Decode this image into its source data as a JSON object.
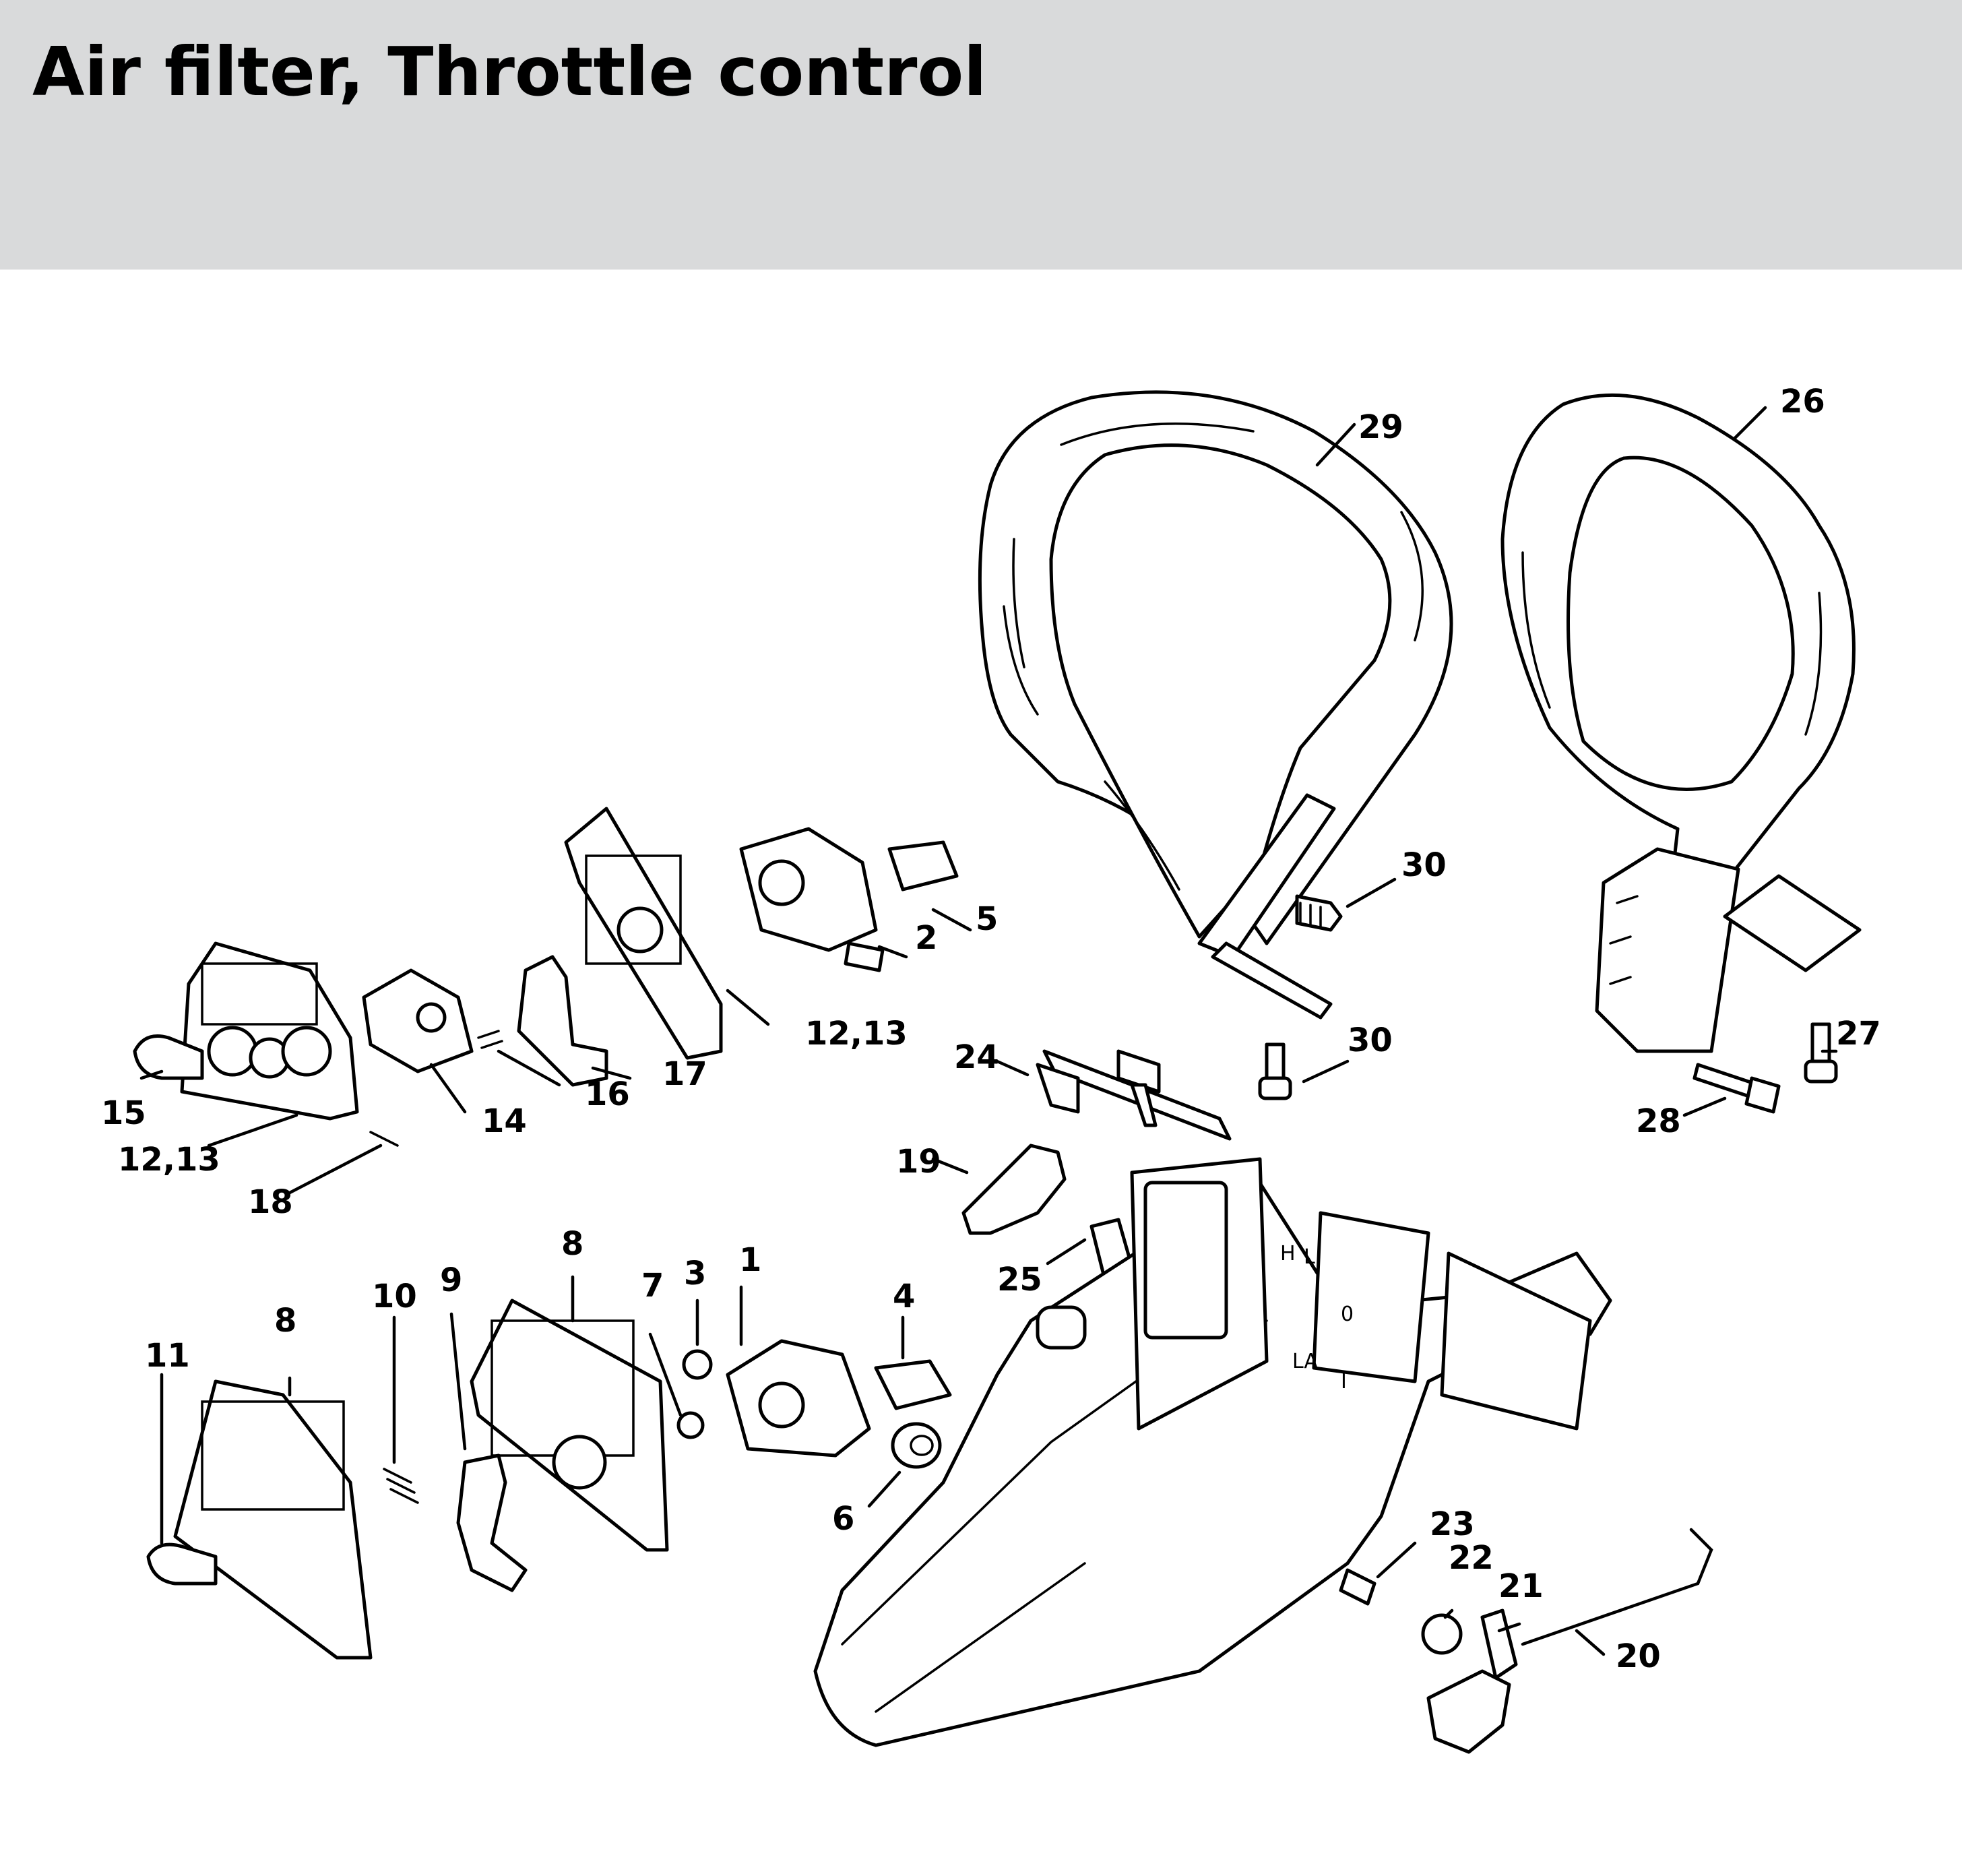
{
  "header": {
    "title": "Air filter, Throttle control"
  },
  "callouts": {
    "c1": "1",
    "c2": "2",
    "c3": "3",
    "c4": "4",
    "c5": "5",
    "c6": "6",
    "c7": "7",
    "c8a": "8",
    "c8b": "8",
    "c9": "9",
    "c10": "10",
    "c11": "11",
    "c1213a": "12,13",
    "c1213b": "12,13",
    "c14": "14",
    "c15": "15",
    "c16": "16",
    "c17": "17",
    "c18": "18",
    "c19": "19",
    "c20": "20",
    "c21": "21",
    "c22": "22",
    "c23": "23",
    "c24": "24",
    "c25": "25",
    "c26": "26",
    "c27": "27",
    "c28": "28",
    "c29": "29",
    "c30a": "30",
    "c30b": "30"
  },
  "housing_markings": {
    "h": "H",
    "l": "L",
    "la": "LA",
    "zero": "0",
    "one": "I"
  }
}
